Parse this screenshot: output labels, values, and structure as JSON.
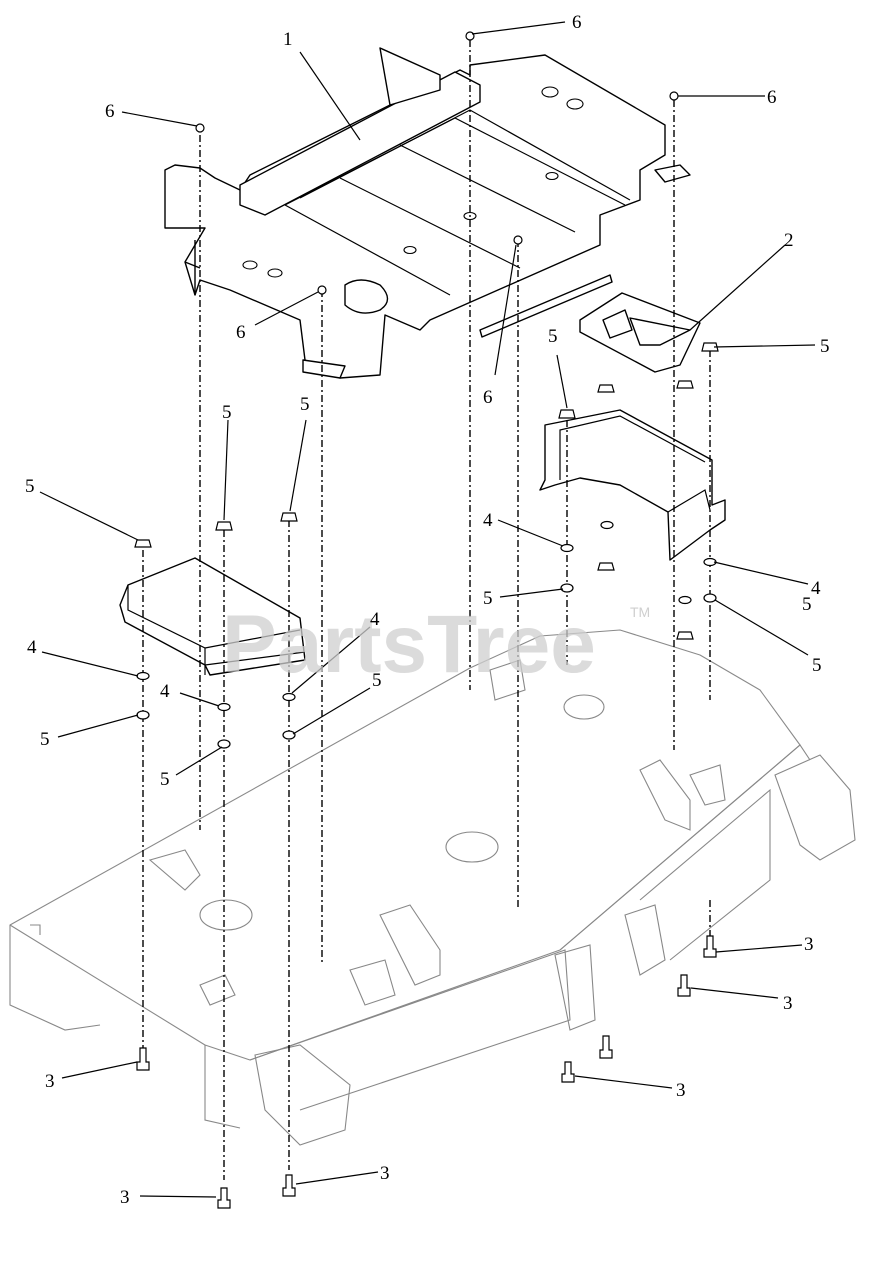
{
  "diagram": {
    "watermark": "PartsTree",
    "trademark": "TM",
    "callouts": [
      "1",
      "2",
      "3",
      "3",
      "3",
      "3",
      "3",
      "3",
      "4",
      "4",
      "4",
      "4",
      "4",
      "5",
      "5",
      "5",
      "5",
      "5",
      "5",
      "5",
      "5",
      "5",
      "5",
      "5",
      "6",
      "6",
      "6",
      "6",
      "6"
    ]
  }
}
